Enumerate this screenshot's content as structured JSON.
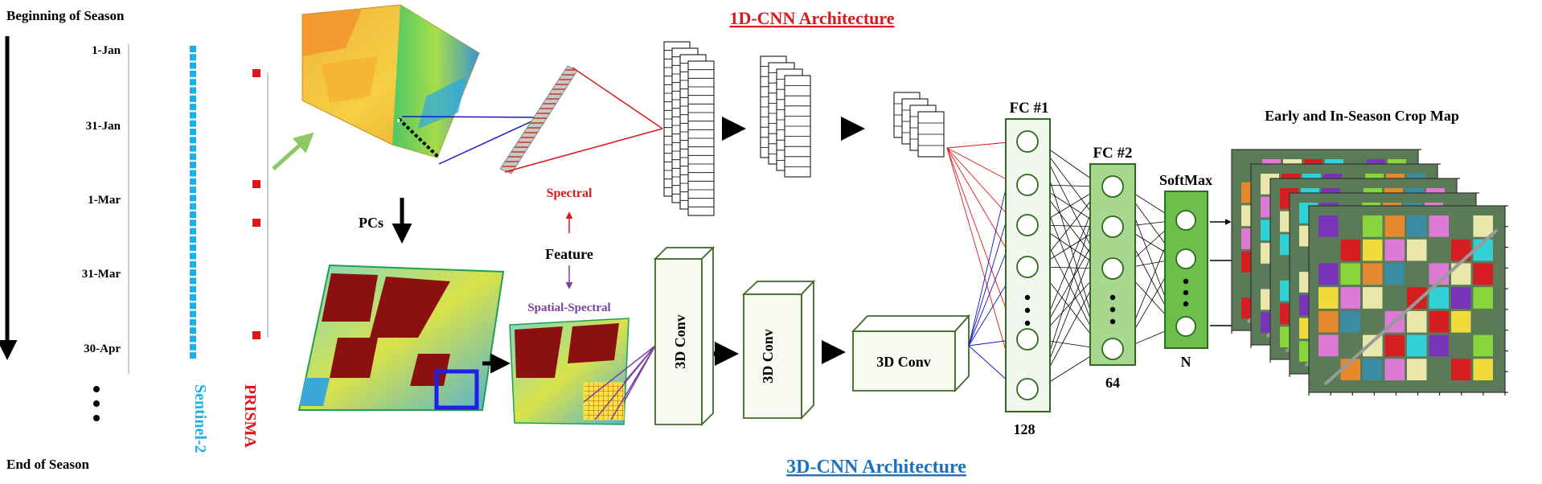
{
  "timeline": {
    "start_label": "Beginning of Season",
    "end_label": "End of Season",
    "dates": [
      "1-Jan",
      "31-Jan",
      "1-Mar",
      "31-Mar",
      "30-Apr"
    ],
    "sentinel_label": "Sentinel-2",
    "prisma_label": "PRISMA"
  },
  "pcs_label": "PCs",
  "feature": {
    "label": "Feature",
    "spectral_label": "Spectral",
    "spatial_spectral_label": "Spatial-Spectral"
  },
  "cnn1d": {
    "title": "1D-CNN Architecture"
  },
  "cnn3d": {
    "title": "3D-CNN Architecture",
    "conv_label": "3D Conv"
  },
  "fc1": {
    "label": "FC #1",
    "units": "128"
  },
  "fc2": {
    "label": "FC #2",
    "units": "64"
  },
  "softmax": {
    "label": "SoftMax",
    "units": "N"
  },
  "crop_map": {
    "title": "Early and In-Season Crop Map"
  },
  "colors": {
    "sentinel": "#1ab0e6",
    "prisma": "#e0161b",
    "cnn1d_title": "#e0161b",
    "cnn3d_title": "#1a73c0",
    "spectral": "#e0161b",
    "spatial_spectral": "#7b3fa0",
    "fc_fill": "#f0f7ec",
    "fc2_fill": "#a8d890",
    "softmax_fill": "#6cbf4a",
    "node_border": "#2f6b1f"
  }
}
